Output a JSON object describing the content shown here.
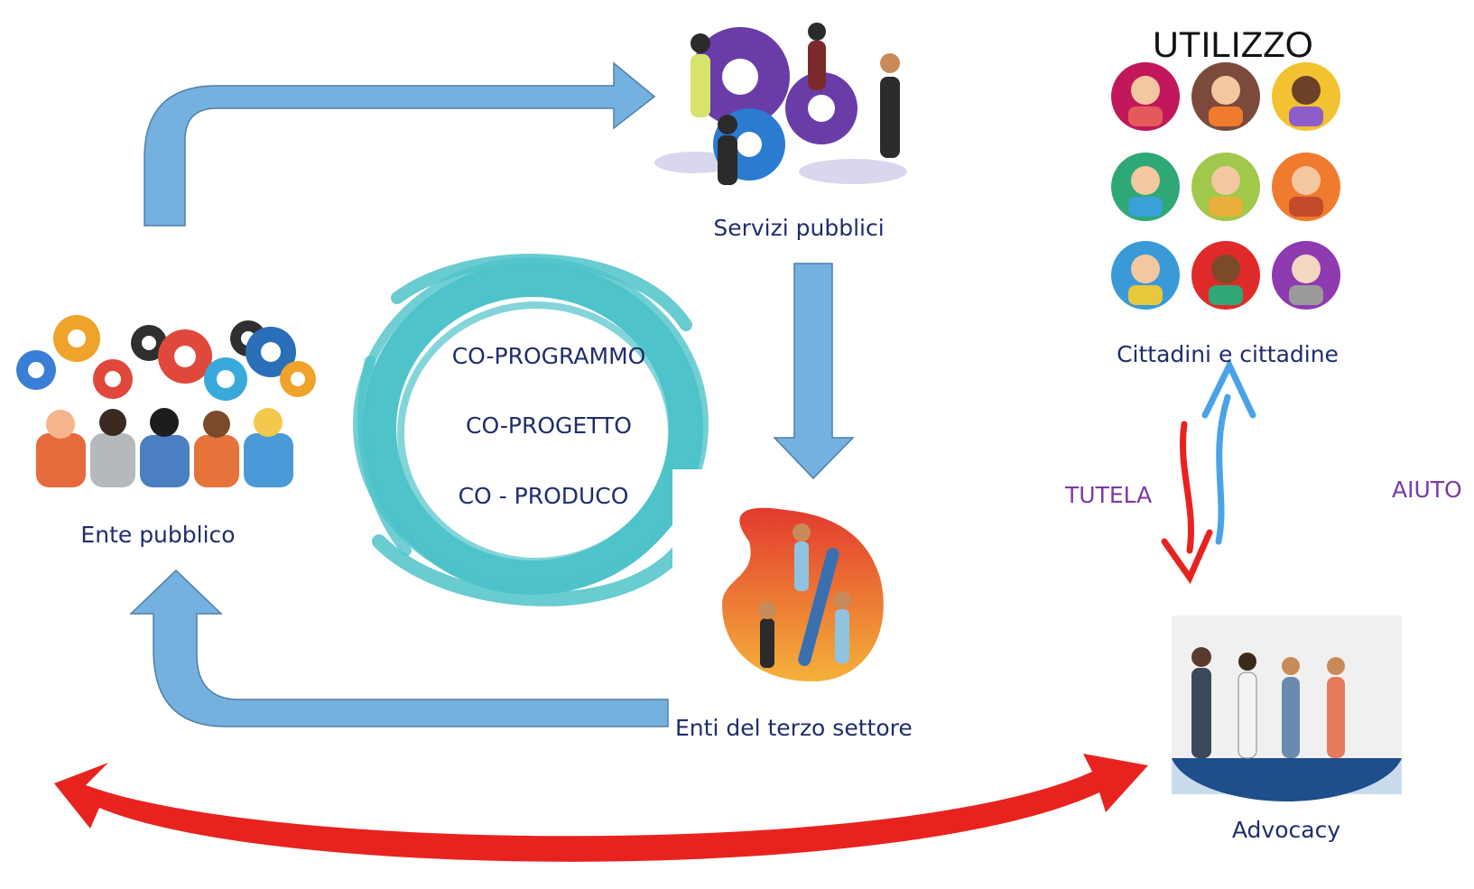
{
  "labels": {
    "ente_pubblico": "Ente pubblico",
    "servizi_pubblici": "Servizi pubblici",
    "enti_terzo_settore": "Enti del terzo settore",
    "cittadini": "Cittadini e cittadine",
    "advocacy": "Advocacy",
    "utilizzo": "UTILIZZO",
    "tutela": "TUTELA",
    "aiuto": "AIUTO"
  },
  "cycle_items": [
    "CO-PROGRAMMO",
    "CO-PROGETTO",
    "CO - PRODUCO"
  ],
  "colors": {
    "blue_arrow": "#75b1df",
    "blue_arrow_stroke": "#4e7fa8",
    "red_arrow": "#e8231f",
    "teal_brush": "#4ec3c9",
    "label_navy": "#1f2d6b",
    "label_purple": "#7a3aa6"
  }
}
